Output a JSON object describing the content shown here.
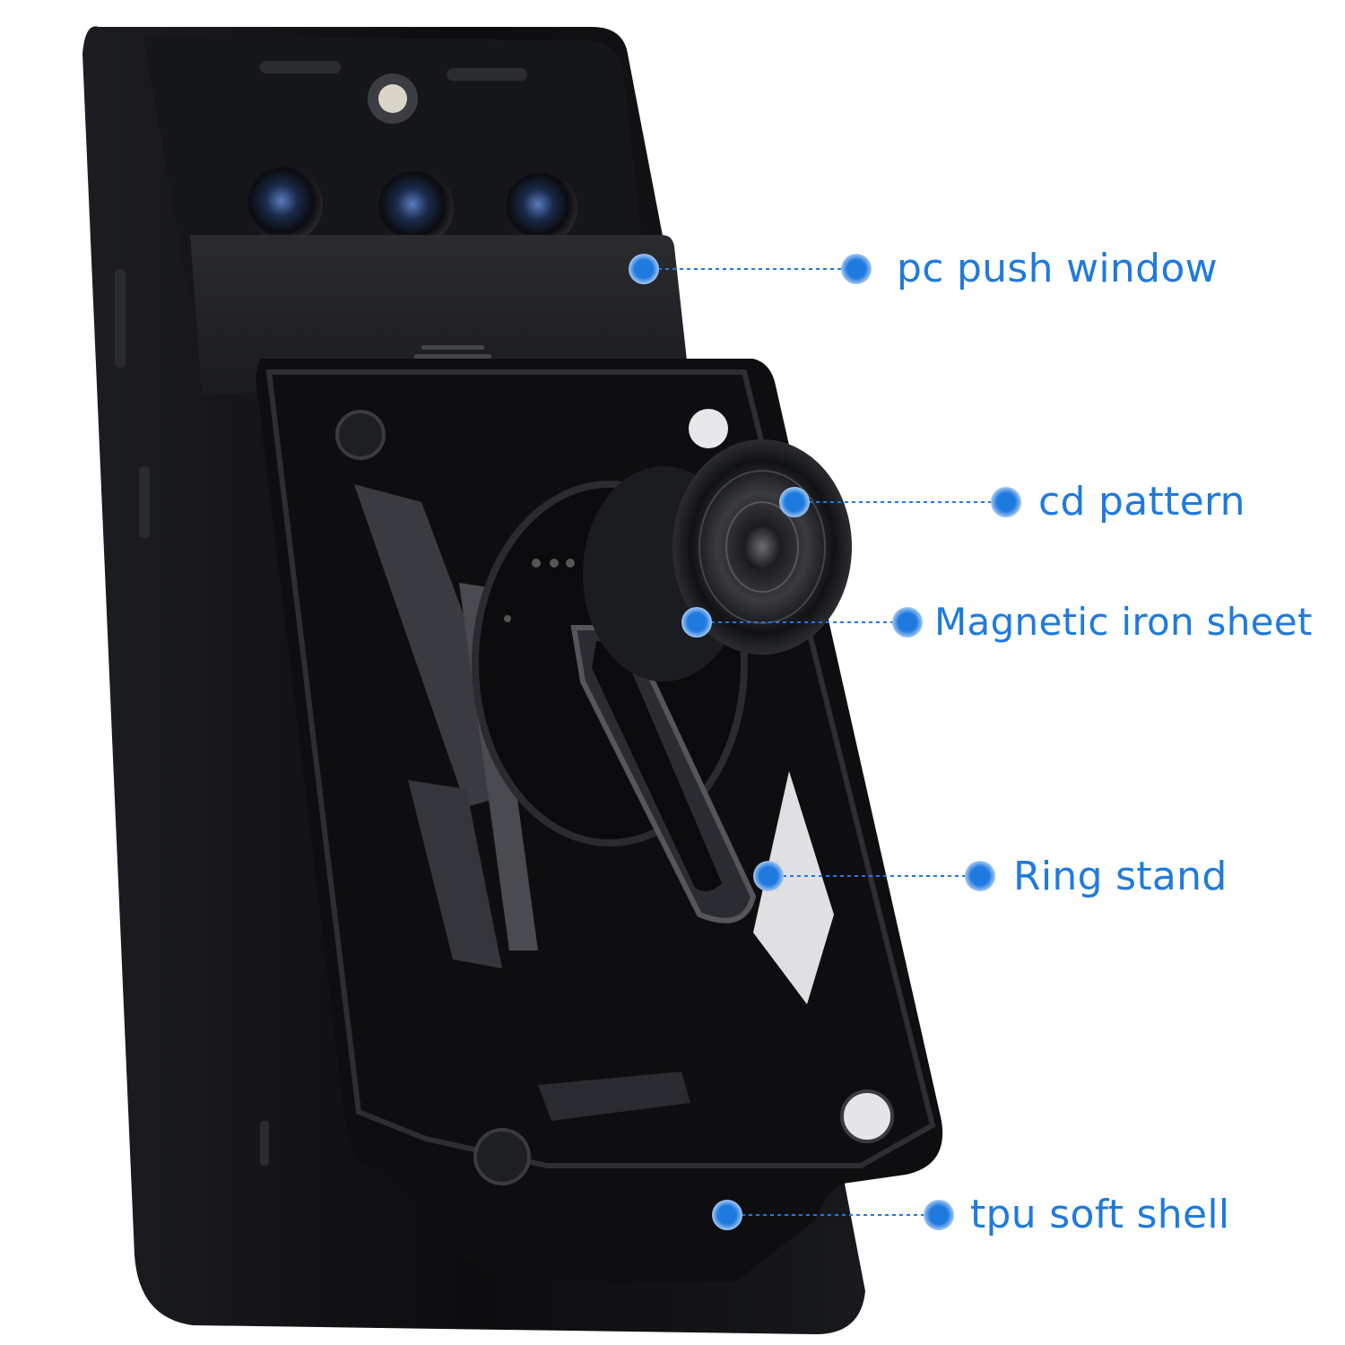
{
  "colors": {
    "accent": "#1f7ae0",
    "case_black": "#0d0d0f",
    "case_highlight": "#3a3b40",
    "background": "#ffffff"
  },
  "callouts": [
    {
      "id": "pc-push-window",
      "label": "pc push window"
    },
    {
      "id": "cd-pattern",
      "label": "cd pattern"
    },
    {
      "id": "magnetic-iron-sheet",
      "label": "Magnetic iron sheet"
    },
    {
      "id": "ring-stand",
      "label": "Ring stand"
    },
    {
      "id": "tpu-soft-shell",
      "label": "tpu soft shell"
    }
  ]
}
